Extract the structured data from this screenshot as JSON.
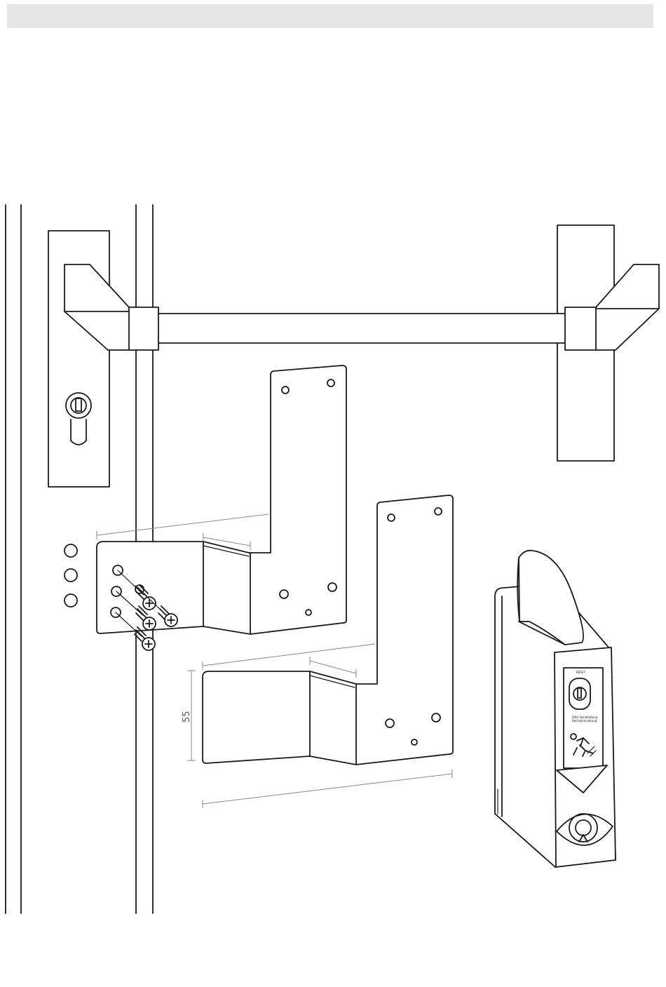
{
  "header": {
    "bar_color": "#e6e6e6"
  },
  "dimensions": {
    "bracket_height_label": "55"
  },
  "device": {
    "reset_label": "RESET",
    "note_line_1": "Bitte Handhabung",
    "note_line_2": "Betriebsanleitung",
    "icons": [
      "lock-cylinder-icon",
      "running-man-exit-icon",
      "down-arrow-icon",
      "eye-logo-icon"
    ]
  },
  "colors": {
    "line": "#1a1a1a",
    "dimension": "#8a8a8a",
    "background": "#ffffff"
  }
}
